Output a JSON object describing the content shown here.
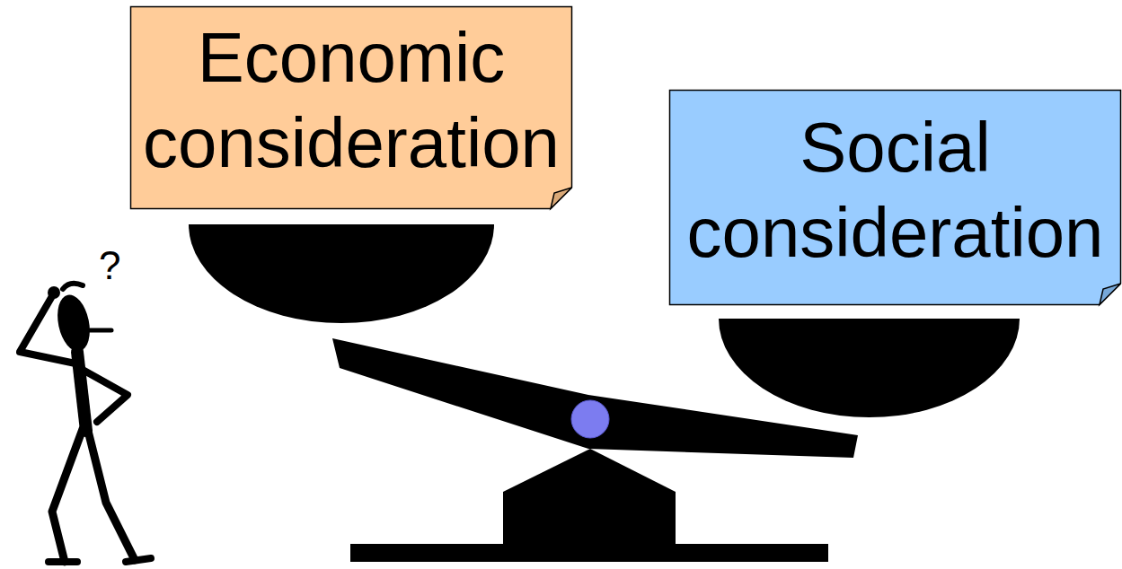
{
  "diagram": {
    "nodes": [
      {
        "text": [
          "Economic consideration"
        ]
      },
      {
        "text": [
          "Social consideration"
        ]
      }
    ],
    "labels": [
      "?"
    ]
  }
}
